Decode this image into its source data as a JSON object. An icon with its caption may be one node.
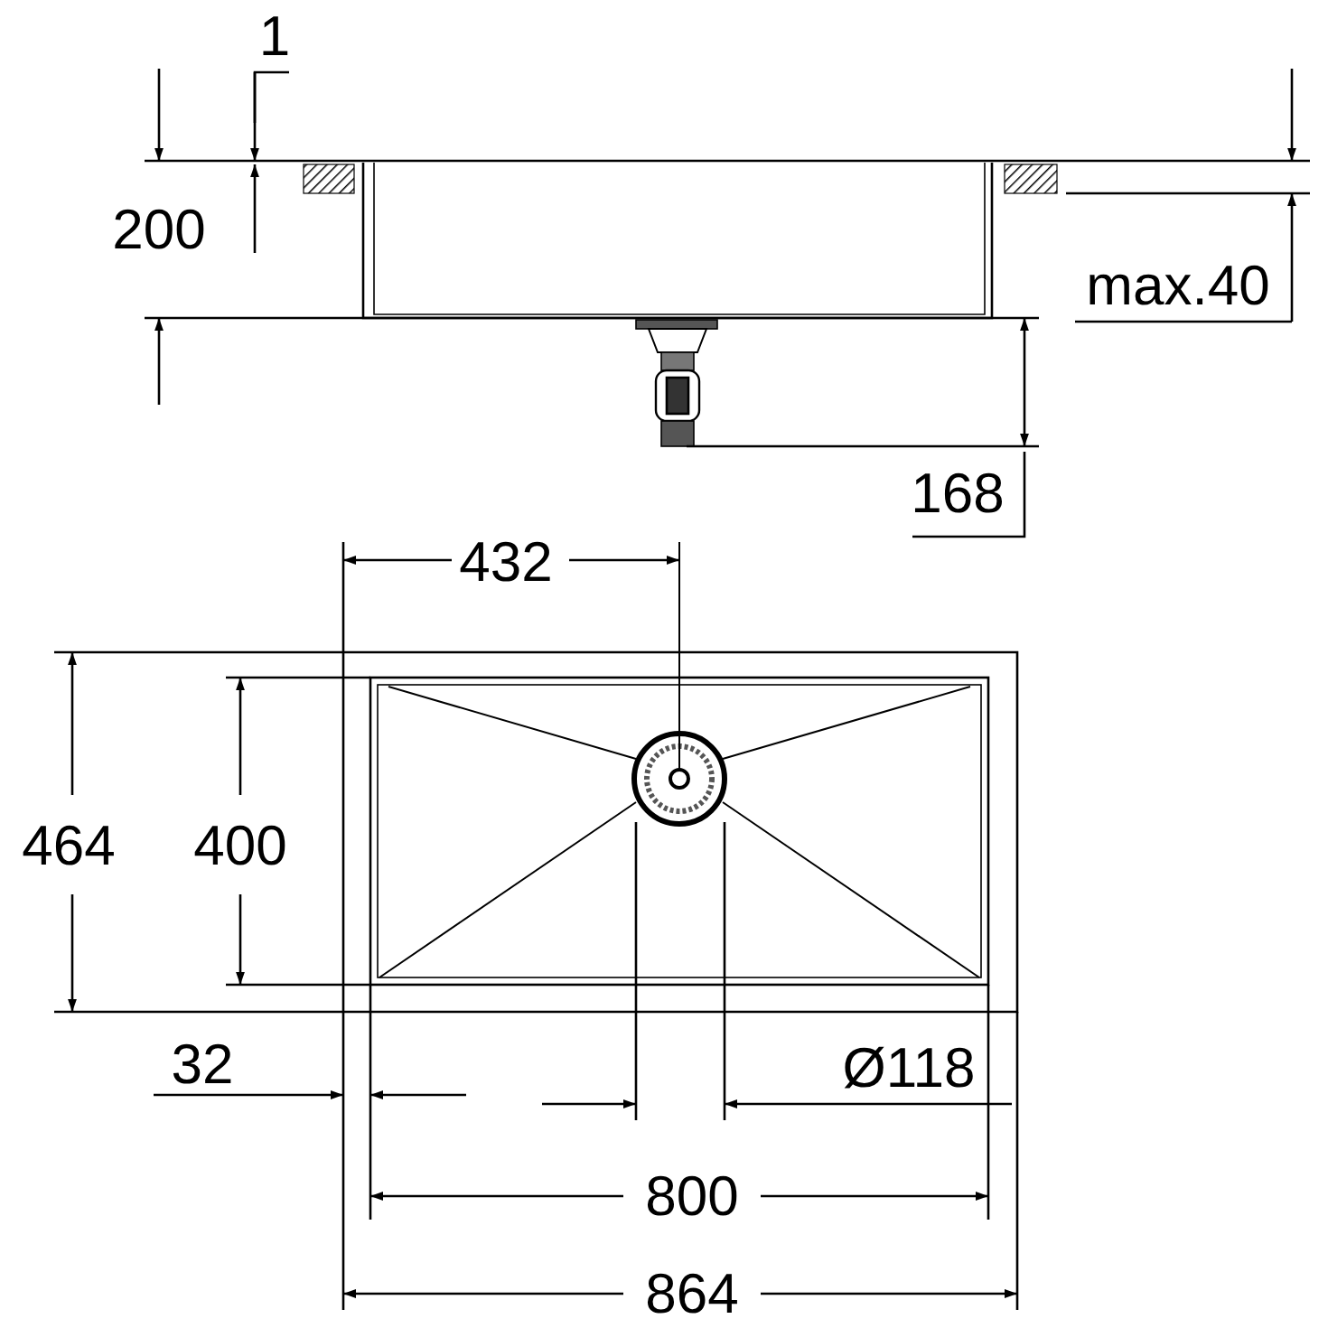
{
  "diagram": {
    "labels": [
      "1",
      "200",
      "max.40",
      "168",
      "432",
      "464",
      "400",
      "32",
      "Ø118",
      "800",
      "864"
    ]
  }
}
